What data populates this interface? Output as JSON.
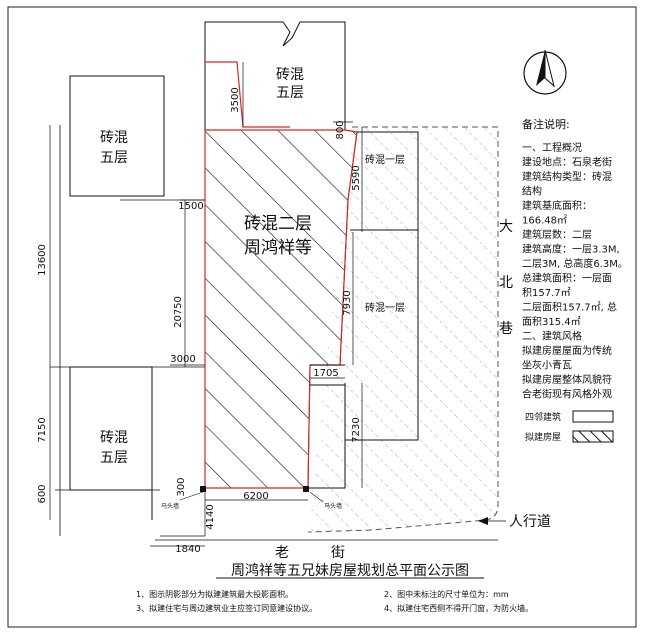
{
  "title": "周鸿祥等五兄妹房屋规划总平面公示图",
  "buildings": {
    "proposed": [
      "砖混二层",
      "周鸿祥等"
    ],
    "top_neighbor": [
      "砖混",
      "五层"
    ],
    "left_upper_neighbor": [
      "砖混",
      "五层"
    ],
    "left_lower_neighbor": [
      "砖混",
      "五层"
    ],
    "right_upper_neighbor": "砖混一层",
    "right_lower_neighbor": "砖混一层"
  },
  "dimensions": {
    "d3500": "3500",
    "d800": "800",
    "d5590": "5590",
    "d1500": "1500",
    "d13600": "13600",
    "d20750": "20750",
    "d7930": "7930",
    "d3000": "3000",
    "d1705": "1705",
    "d7150": "7150",
    "d7230": "7230",
    "d600": "600",
    "d300": "300",
    "d6200": "6200",
    "d4140": "4140",
    "d1840": "1840"
  },
  "markers": {
    "left": "马头墙",
    "right": "马头墙"
  },
  "streets": {
    "bottom": [
      "老",
      "街"
    ],
    "right": [
      "大",
      "北",
      "巷"
    ],
    "sidewalk": "人行道"
  },
  "notes": {
    "heading": "备注说明:",
    "lines": [
      "一、工程概况",
      "建设地点：石泉老街",
      "建筑结构类型：砖混",
      "结构",
      "建筑基底面积：",
      "166.48㎡",
      "建筑层数：二层",
      "建筑高度：一层3.3M,",
      "二层3M, 总高度6.3M。",
      "总建筑面积：一层面",
      "积157.7㎡",
      "二层面积157.7㎡, 总",
      "面积315.4㎡",
      "二、建筑风格",
      "拟建房屋屋面为传统",
      "坐灰小青瓦",
      "拟建房屋整体风貌符",
      "合老街现有风格外观"
    ]
  },
  "legend": [
    {
      "label": "四邻建筑",
      "pattern": "outline"
    },
    {
      "label": "拟建房屋",
      "pattern": "hatch"
    }
  ],
  "footnotes": [
    "1、图示阴影部分为拟建建筑最大投影面积。",
    "2、图中未标注的尺寸单位为：mm",
    "3、拟建住宅与周边建筑业主应签订同意建设协议。",
    "4、拟建住宅西侧不得开门窗，为防火墙。"
  ],
  "colors": {
    "proposed_outline": "#d6282b",
    "line": "#111111",
    "dashed": "#555555"
  }
}
